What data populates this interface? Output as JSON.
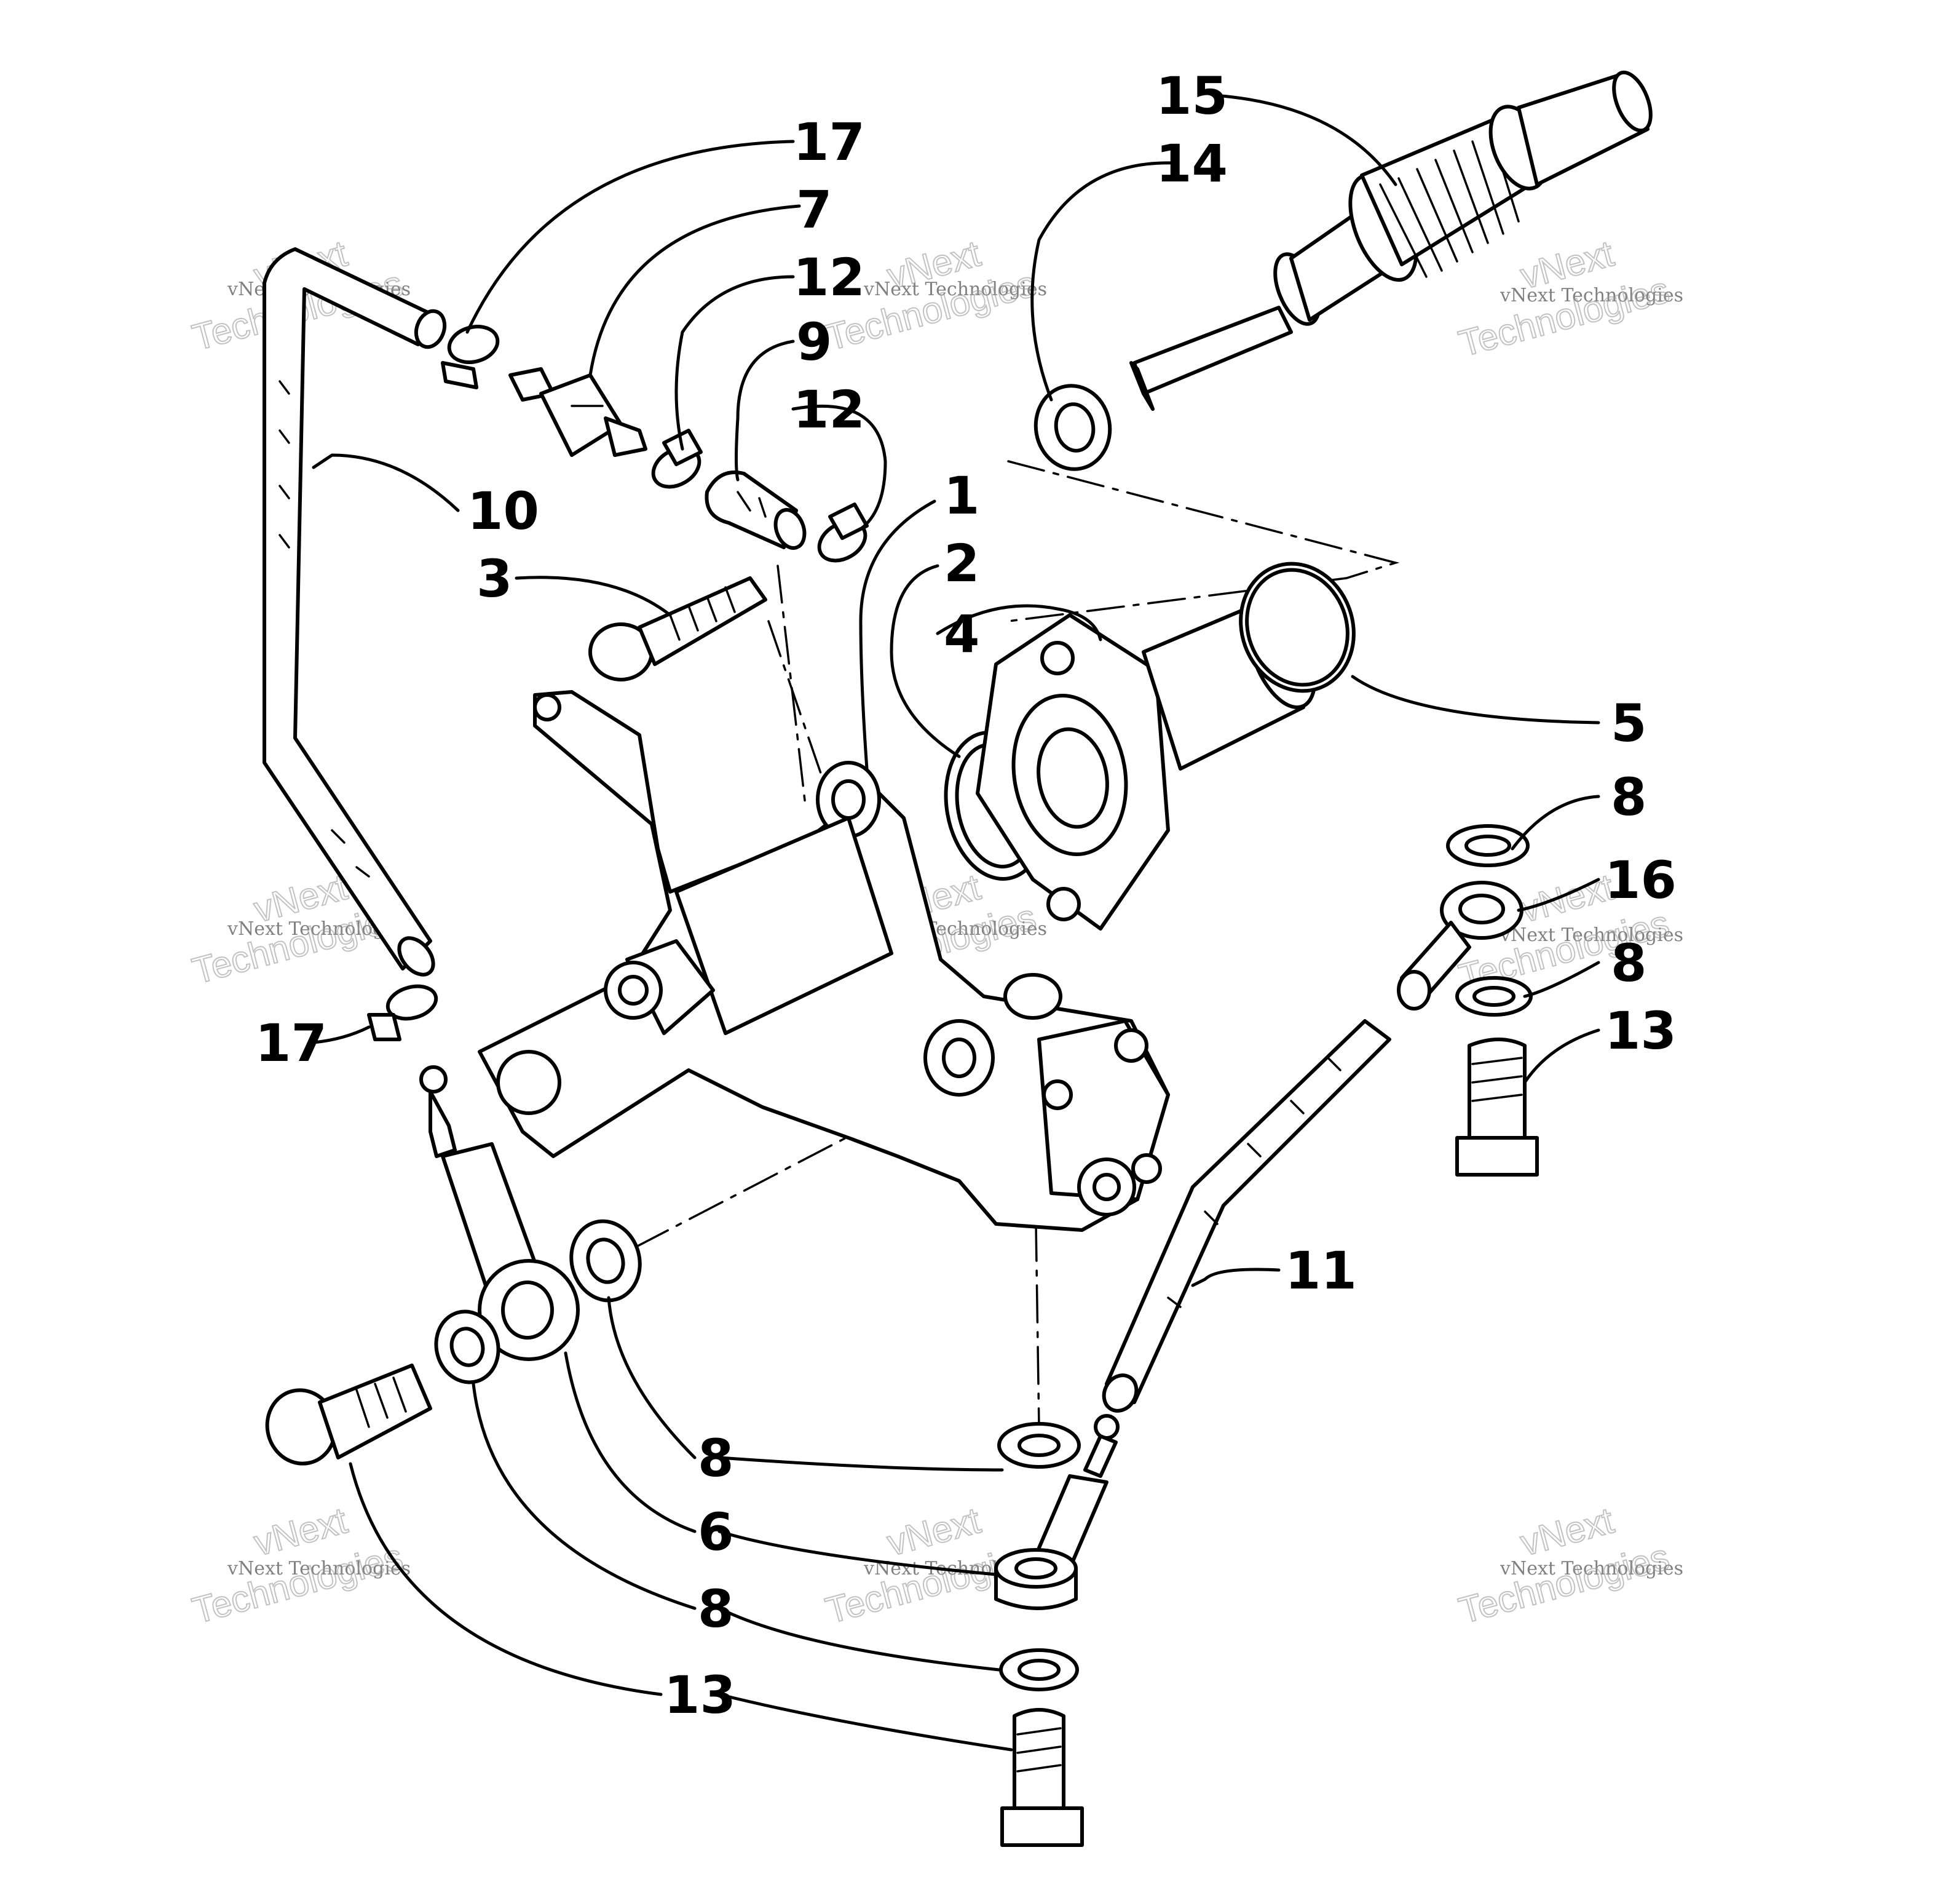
{
  "callouts": [
    {
      "id": "c15",
      "text": "15"
    },
    {
      "id": "c14",
      "text": "14"
    },
    {
      "id": "c17a",
      "text": "17"
    },
    {
      "id": "c7",
      "text": "7"
    },
    {
      "id": "c12a",
      "text": "12"
    },
    {
      "id": "c9",
      "text": "9"
    },
    {
      "id": "c12b",
      "text": "12"
    },
    {
      "id": "c1",
      "text": "1"
    },
    {
      "id": "c10",
      "text": "10"
    },
    {
      "id": "c3",
      "text": "3"
    },
    {
      "id": "c2",
      "text": "2"
    },
    {
      "id": "c4",
      "text": "4"
    },
    {
      "id": "c5",
      "text": "5"
    },
    {
      "id": "c8a",
      "text": "8"
    },
    {
      "id": "c16",
      "text": "16"
    },
    {
      "id": "c8b",
      "text": "8"
    },
    {
      "id": "c13a",
      "text": "13"
    },
    {
      "id": "c17b",
      "text": "17"
    },
    {
      "id": "c11",
      "text": "11"
    },
    {
      "id": "c8c",
      "text": "8"
    },
    {
      "id": "c6",
      "text": "6"
    },
    {
      "id": "c8d",
      "text": "8"
    },
    {
      "id": "c13b",
      "text": "13"
    }
  ],
  "watermark": {
    "line1": "vNext Technologies",
    "line2a": "vNext",
    "line2b": "Technologies"
  }
}
